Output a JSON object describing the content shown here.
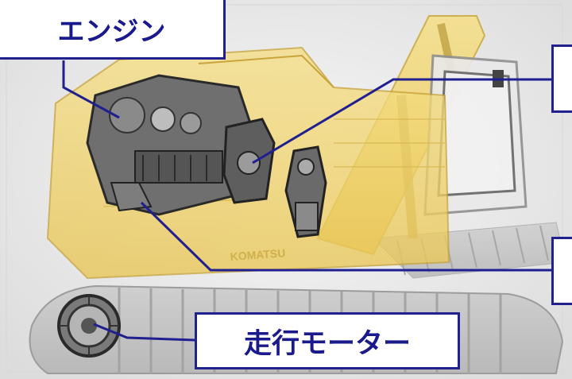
{
  "labels": {
    "engine": "エンジン",
    "travel_motor": "走行モーター",
    "right_top": "",
    "right_bottom": ""
  },
  "colors": {
    "label_border": "#20208f",
    "label_text": "#1a1a8c",
    "leader_line": "#1f1f8f",
    "machine_body": "#f2d25a",
    "background": "#e6e6e6"
  },
  "icons": [
    "excavator-illustration",
    "engine-image",
    "hydraulic-pump-image",
    "swing-motor-image",
    "travel-motor-image",
    "komatsu-logo"
  ],
  "logo_text": "KOMATSU"
}
